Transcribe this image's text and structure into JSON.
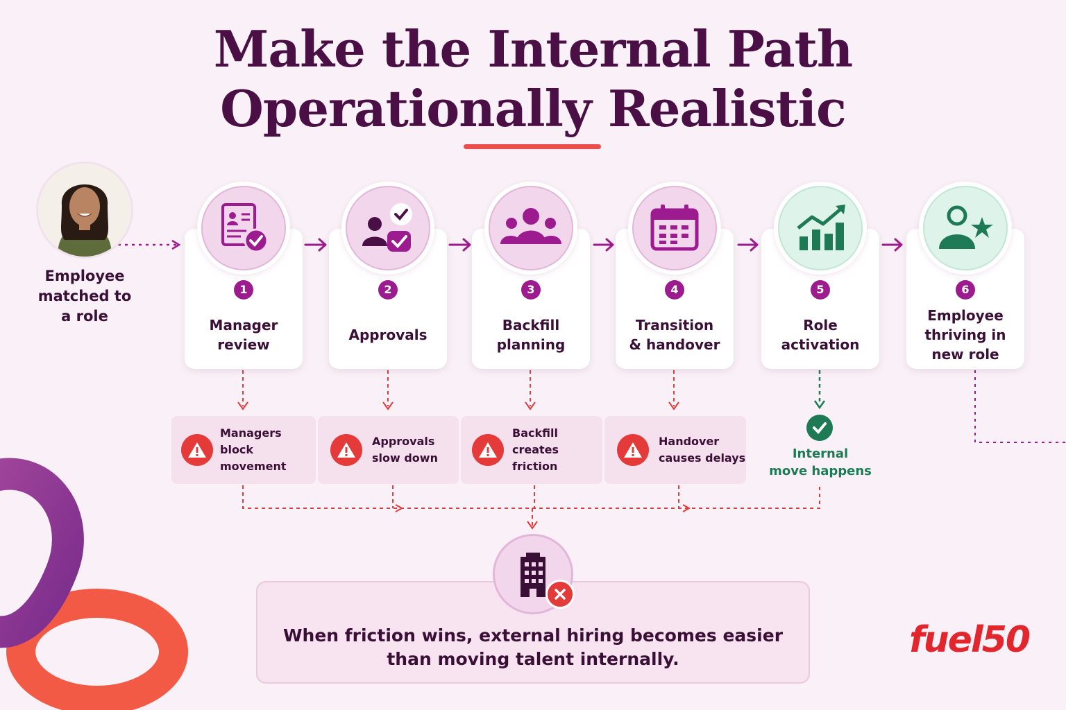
{
  "title": {
    "line1": "Make the Internal Path",
    "line2": "Operationally Realistic"
  },
  "start": {
    "label_lines": [
      "Employee",
      "matched to",
      "a role"
    ],
    "avatar_icon": "employee-photo-icon"
  },
  "steps": [
    {
      "number": "1",
      "label_lines": [
        "Manager",
        "review"
      ],
      "icon": "document-check-icon",
      "theme": "purple"
    },
    {
      "number": "2",
      "label_lines": [
        "Approvals"
      ],
      "icon": "people-approval-icon",
      "theme": "purple"
    },
    {
      "number": "3",
      "label_lines": [
        "Backfill",
        "planning"
      ],
      "icon": "group-icon",
      "theme": "purple"
    },
    {
      "number": "4",
      "label_lines": [
        "Transition",
        "& handover"
      ],
      "icon": "calendar-icon",
      "theme": "purple"
    },
    {
      "number": "5",
      "label_lines": [
        "Role",
        "activation"
      ],
      "icon": "growth-chart-icon",
      "theme": "green"
    },
    {
      "number": "6",
      "label_lines": [
        "Employee",
        "thriving in",
        "new role"
      ],
      "icon": "person-star-icon",
      "theme": "green"
    }
  ],
  "frictions": [
    {
      "lines": [
        "Managers",
        "block movement"
      ],
      "icon": "warning-icon"
    },
    {
      "lines": [
        "Approvals",
        "slow down"
      ],
      "icon": "warning-icon"
    },
    {
      "lines": [
        "Backfill",
        "creates friction"
      ],
      "icon": "warning-icon"
    },
    {
      "lines": [
        "Handover",
        "causes delays"
      ],
      "icon": "warning-icon"
    }
  ],
  "success": {
    "lines": [
      "Internal",
      "move happens"
    ],
    "icon": "check-circle-icon"
  },
  "outcome": {
    "lines": [
      "When friction wins, external hiring becomes easier",
      "than moving talent internally."
    ],
    "icon": "office-building-icon",
    "badge_icon": "x-circle-icon"
  },
  "logo": "fuel50",
  "colors": {
    "background": "#f9f1f7",
    "title": "#4a0f45",
    "purple": "#9c1b8e",
    "green": "#1e7a54",
    "red": "#e53a3a",
    "logo": "#e2262e"
  }
}
